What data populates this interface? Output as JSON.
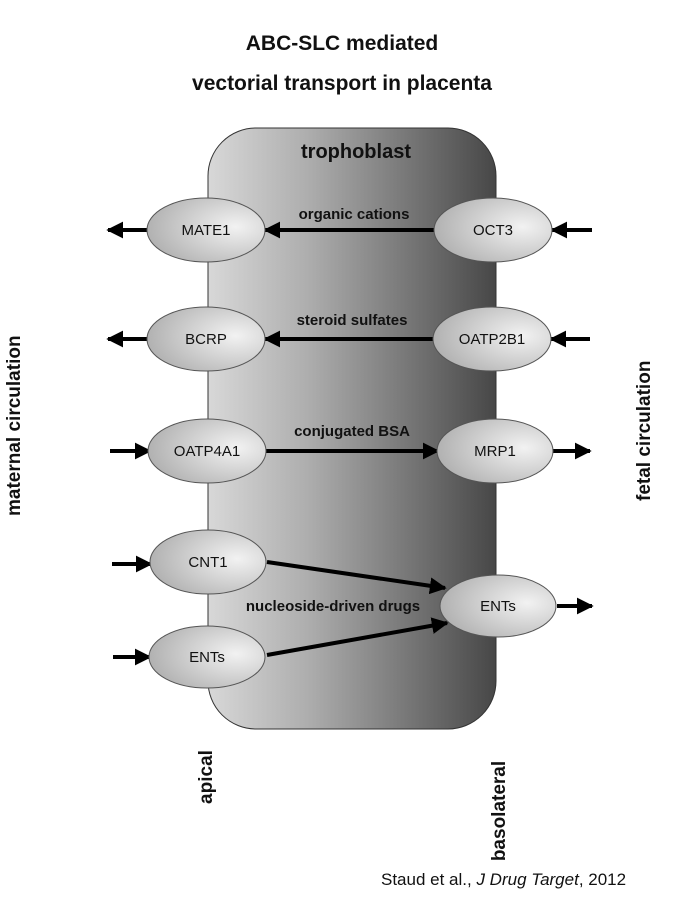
{
  "title": {
    "line1": "ABC-SLC mediated",
    "line2": "vectorial transport in placenta"
  },
  "cell": {
    "label": "trophoblast",
    "gradient": [
      "#d6d6d6",
      "#a8a8a8",
      "#4a4a4a"
    ]
  },
  "sides": {
    "left": "maternal circulation",
    "right": "fetal circulation",
    "apical": "apical",
    "basolateral": "basolateral"
  },
  "rows": [
    {
      "apical": "MATE1",
      "basolateral": "OCT3",
      "substrate": "organic cations",
      "direction": "to-maternal"
    },
    {
      "apical": "BCRP",
      "basolateral": "OATP2B1",
      "substrate": "steroid sulfates",
      "direction": "to-maternal"
    },
    {
      "apical": "OATP4A1",
      "basolateral": "MRP1",
      "substrate": "conjugated BSA",
      "direction": "to-fetal"
    }
  ],
  "nucleoside": {
    "apical": [
      "CNT1",
      "ENTs"
    ],
    "basolateral": "ENTs",
    "substrate": "nucleoside-driven drugs",
    "direction": "to-fetal"
  },
  "citation": {
    "authors": "Staud et al., ",
    "journal": "J Drug Target",
    "year": ", 2012"
  },
  "colors": {
    "node_fill_light": "#efefef",
    "node_fill_dark": "#b0b0b0",
    "arrow": "#000000"
  }
}
